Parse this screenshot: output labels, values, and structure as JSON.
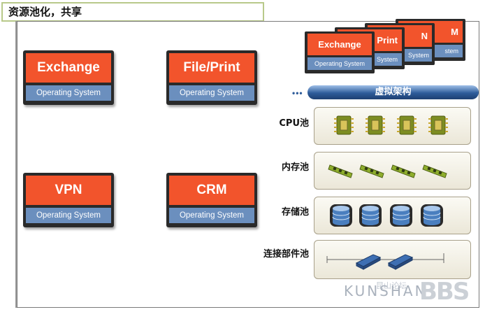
{
  "title": "资源池化，共享",
  "servers": [
    {
      "app": "Exchange",
      "os": "Operating System"
    },
    {
      "app": "File/Print",
      "os": "Operating System"
    },
    {
      "app": "VPN",
      "os": "Operating System"
    },
    {
      "app": "CRM",
      "os": "Operating System"
    }
  ],
  "stack": [
    {
      "app": "M",
      "os": "stem"
    },
    {
      "app": "N",
      "os": "System"
    },
    {
      "app": "Print",
      "os": "System"
    },
    {
      "app": "Exchange",
      "os": "Operating System"
    }
  ],
  "virtual_layer": "虚拟架构",
  "pools": [
    {
      "label": "CPU池",
      "icon": "cpu-chip-icon"
    },
    {
      "label": "内存池",
      "icon": "memory-module-icon"
    },
    {
      "label": "存储池",
      "icon": "disk-storage-icon"
    },
    {
      "label": "连接部件池",
      "icon": "network-switch-icon"
    }
  ],
  "watermark": {
    "brand": "KUNSHAN",
    "cn": "昆山论坛",
    "bbs": "BBS"
  },
  "colors": {
    "app": "#f2542c",
    "os": "#6b8fbe",
    "banner": "#2e5c9a",
    "chip": "#8a9a2a",
    "disk": "#4a7fbf"
  }
}
